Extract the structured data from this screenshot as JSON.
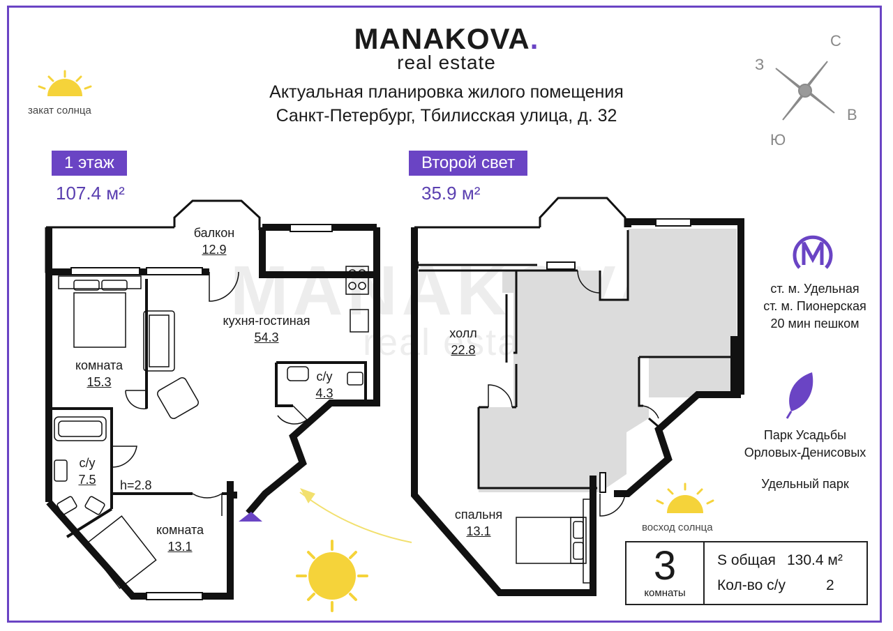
{
  "header": {
    "brand_name": "MANAKOVA",
    "brand_dot": ".",
    "brand_sub": "real estate",
    "title_line1": "Актуальная  планировка жилого помещения",
    "title_line2": "Санкт-Петербург, Тбилисская улица, д. 32"
  },
  "sun": {
    "sunset_label": "закат солнца",
    "sunrise_label": "восход солнца"
  },
  "compass": {
    "north": "С",
    "west": "З",
    "east": "В",
    "south": "Ю"
  },
  "floor1": {
    "tag": "1 этаж",
    "area": "107.4 м²",
    "rooms": [
      {
        "name": "балкон",
        "area": "12.9"
      },
      {
        "name": "кухня-гостиная",
        "area": "54.3"
      },
      {
        "name": "комната",
        "area": "15.3"
      },
      {
        "name": "с/у",
        "area": "4.3"
      },
      {
        "name": "с/у",
        "area": "7.5"
      },
      {
        "name": "комната",
        "area": "13.1"
      }
    ],
    "ceiling": "h=2.8"
  },
  "floor2": {
    "tag": "Второй свет",
    "area": "35.9 м²",
    "rooms": [
      {
        "name": "холл",
        "area": "22.8"
      },
      {
        "name": "спальня",
        "area": "13.1"
      }
    ]
  },
  "metro": {
    "line1": "ст. м. Удельная",
    "line2": "ст. м. Пионерская",
    "line3": "20 мин пешком"
  },
  "parks": {
    "line1": "Парк Усадьбы",
    "line2": "Орловых-Денисовых",
    "line3": "Удельный парк"
  },
  "summary": {
    "rooms_count": "3",
    "rooms_label": "комнаты",
    "total_label": "S общая",
    "total_value": "130.4 м²",
    "bath_label": "Кол-во с/у",
    "bath_value": "2"
  },
  "colors": {
    "accent": "#6a44c4",
    "wall": "#111111",
    "shade": "#dcdcdc",
    "sun": "#f5d33a"
  },
  "watermark": {
    "main": "MANAKOVA.",
    "sub": "real estate"
  }
}
